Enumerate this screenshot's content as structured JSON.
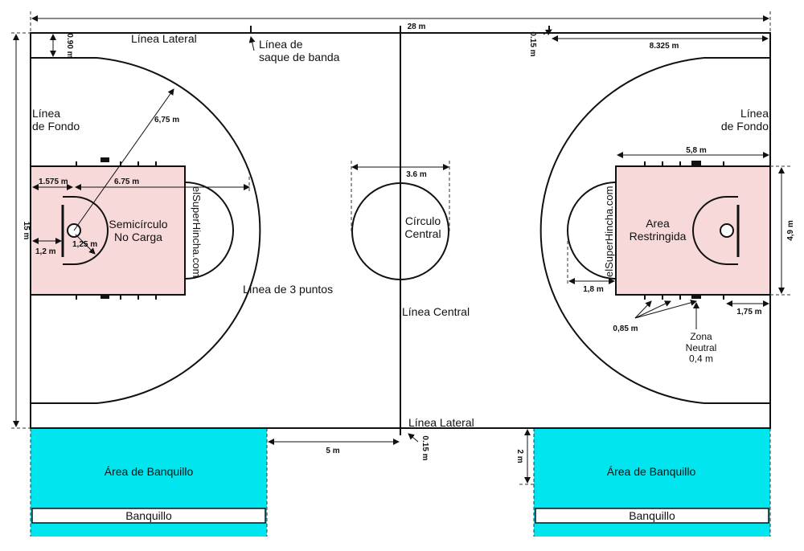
{
  "labels": {
    "sideline_top": "Línea Lateral",
    "sideline_bottom": "Línea Lateral",
    "inbound_line": "Línea de\nsaque de banda",
    "baseline_left": "Línea\nde Fondo",
    "baseline_right": "Línea\nde Fondo",
    "no_charge": "Semicírculo\nNo Carga",
    "three_point": "Línea de 3 puntos",
    "center_circle": "Círculo\nCentral",
    "center_line": "Línea Central",
    "restricted_area": "Area\nRestringida",
    "neutral_zone": "Zona\nNeutral\n0,4 m",
    "bench_area_left": "Área de Banquillo",
    "bench_area_right": "Área de Banquillo",
    "bench_left": "Banquillo",
    "bench_right": "Banquillo",
    "watermark_left": "elSuperHincha.com",
    "watermark_right": "elSuperHincha.com"
  },
  "dimensions": {
    "court_length": "28 m",
    "court_width": "15 m",
    "corner_offset": "0.90 m",
    "line_width_top": "0.15 m",
    "center_to_line": "8.325 m",
    "three_pt_radius": "6,75 m",
    "basket_to_baseline": "1.575 m",
    "arc_extent": "6.75 m",
    "basket_offset": "1,2 m",
    "no_charge_radius": "1,25 m",
    "center_circle_diam": "3.6 m",
    "key_width": "5,8 m",
    "key_length": "4,9 m",
    "ft_circle": "1,8 m",
    "lane_marks": "0,85 m",
    "lane_offset": "1,75 m",
    "bench_gap": "5 m",
    "line_width_bottom": "0.15 m",
    "bench_depth": "2 m"
  },
  "colors": {
    "key_fill": "#f7d9da",
    "bench_fill": "#00e5ee",
    "line": "#111111"
  }
}
